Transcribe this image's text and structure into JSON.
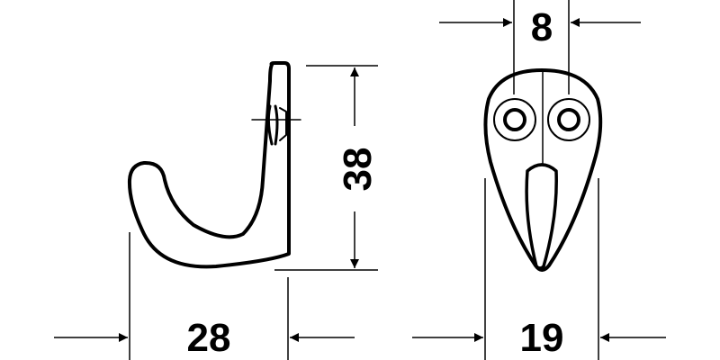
{
  "drawing": {
    "subject": "Single coat hook technical drawing",
    "views": [
      "side-view",
      "front-view"
    ],
    "colors": {
      "line": "#000000",
      "background": "#ffffff"
    }
  },
  "dimensions": {
    "side_depth": "28",
    "side_height": "38",
    "front_width": "19",
    "hole_spacing": "8"
  }
}
